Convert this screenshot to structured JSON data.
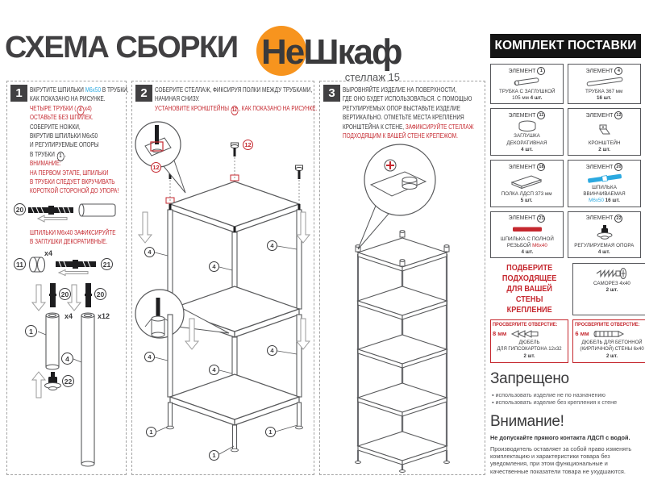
{
  "colors": {
    "red": "#C5282F",
    "blue": "#2BA9E0",
    "orange": "#F7941E",
    "dark": "#414042"
  },
  "header": {
    "title": "СХЕМА СБОРКИ",
    "brand": "НеШкаф",
    "brand_subtitle": "стеллаж 15"
  },
  "labels": {
    "n1": "1",
    "n4": "4",
    "n11": "11",
    "n12": "12",
    "n20": "20",
    "n21": "21",
    "n22": "22",
    "x4": "x4",
    "x12": "x12"
  },
  "steps": [
    {
      "number": "1",
      "lines": [
        [
          {
            "t": "ВКРУТИТЕ ШПИЛЬКИ "
          },
          {
            "t": "М6х50",
            "c": "blue"
          },
          {
            "t": " В ТРУБКИ,"
          }
        ],
        [
          {
            "t": "КАК ПОКАЗАНО НА РИСУНКЕ."
          }
        ],
        [
          {
            "t": "ЧЕТЫРЕ ТРУБКИ (",
            "c": "red"
          },
          {
            "t": "4",
            "c": "red",
            "circ": true
          },
          {
            "t": "х4)",
            "c": "red"
          }
        ],
        [
          {
            "t": "ОСТАВЬТЕ БЕЗ ШПИЛЕК.",
            "c": "red"
          }
        ],
        [
          {
            "t": "СОБЕРИТЕ НОЖКИ,"
          }
        ],
        [
          {
            "t": "ВКРУТИВ ШПИЛЬКИ М6х50"
          }
        ],
        [
          {
            "t": "И РЕГУЛИРУЕМЫЕ ОПОРЫ"
          }
        ],
        [
          {
            "t": "В ТРУБКИ "
          },
          {
            "t": "1",
            "circ": true
          },
          {
            "t": "."
          }
        ],
        [
          {
            "t": "ВНИМАНИЕ:",
            "c": "red"
          }
        ],
        [
          {
            "t": "НА ПЕРВОМ ЭТАПЕ, ШПИЛЬКИ",
            "c": "red"
          }
        ],
        [
          {
            "t": "В ТРУБКИ СЛЕДУЕТ ВКРУЧИВАТЬ",
            "c": "red"
          }
        ],
        [
          {
            "t": "КОРОТКОЙ СТОРОНОЙ ДО УПОРА!",
            "c": "red"
          }
        ]
      ],
      "extra_lines": [
        [
          {
            "t": "ШПИЛЬКИ М6х40 ЗАФИКСИРУЙТЕ",
            "c": "red"
          }
        ],
        [
          {
            "t": "В ЗАГЛУШКИ ДЕКОРАТИВНЫЕ.",
            "c": "red"
          }
        ]
      ]
    },
    {
      "number": "2",
      "lines": [
        [
          {
            "t": "СОБЕРИТЕ СТЕЛЛАЖ, ФИКСИРУЯ ПОЛКИ МЕЖДУ ТРУБКАМИ,"
          }
        ],
        [
          {
            "t": "НАЧИНАЯ СНИЗУ."
          }
        ],
        [
          {
            "t": "УСТАНОВИТЕ КРОНШТЕЙНЫ ",
            "c": "red"
          },
          {
            "t": "12",
            "c": "red",
            "circ": true
          },
          {
            "t": ", КАК ПОКАЗАНО НА РИСУНКЕ.",
            "c": "red"
          }
        ]
      ]
    },
    {
      "number": "3",
      "lines": [
        [
          {
            "t": "ВЫРОВНЯЙТЕ ИЗДЕЛИЕ НА ПОВЕРХНОСТИ,"
          }
        ],
        [
          {
            "t": "ГДЕ ОНО БУДЕТ ИСПОЛЬЗОВАТЬСЯ. С ПОМОЩЬЮ"
          }
        ],
        [
          {
            "t": "РЕГУЛИРУЕМЫХ ОПОР ВЫСТАВЬТЕ ИЗДЕЛИЕ"
          }
        ],
        [
          {
            "t": "ВЕРТИКАЛЬНО. ОТМЕТЬТЕ МЕСТА КРЕПЛЕНИЯ"
          }
        ],
        [
          {
            "t": "КРОНШТЕЙНА К СТЕНЕ, "
          },
          {
            "t": "ЗАФИКСИРУЙТЕ СТЕЛЛАЖ",
            "c": "red"
          }
        ],
        [
          {
            "t": "ПОДХОДЯЩИМ К ВАШЕЙ СТЕНЕ КРЕПЕЖОМ.",
            "c": "red"
          }
        ]
      ]
    }
  ],
  "kit": {
    "title": "КОМПЛЕКТ ПОСТАВКИ",
    "element_label": "ЭЛЕМЕНТ",
    "elements": [
      {
        "number": "1",
        "icon": "tube-capped-icon",
        "lines": [
          [
            {
              "t": "ТРУБКА С ЗАГЛУШКОЙ"
            }
          ],
          [
            {
              "t": "105 мм "
            },
            {
              "t": "4 шт.",
              "c": "b"
            }
          ]
        ]
      },
      {
        "number": "4",
        "icon": "tube-icon",
        "lines": [
          [
            {
              "t": "ТРУБКА 367 мм"
            }
          ],
          [
            {
              "t": "16 шт.",
              "c": "b"
            }
          ]
        ]
      },
      {
        "number": "11",
        "icon": "cap-icon",
        "lines": [
          [
            {
              "t": "ЗАГЛУШКА ДЕКОРАТИВНАЯ"
            }
          ],
          [
            {
              "t": "4 шт.",
              "c": "b"
            }
          ]
        ]
      },
      {
        "number": "12",
        "icon": "bracket-icon",
        "lines": [
          [
            {
              "t": "КРОНШТЕЙН"
            }
          ],
          [
            {
              "t": "2 шт.",
              "c": "b"
            }
          ]
        ]
      },
      {
        "number": "18",
        "icon": "shelf-icon",
        "lines": [
          [
            {
              "t": "ПОЛКА ЛДСП 373 мм"
            }
          ],
          [
            {
              "t": "5 шт.",
              "c": "b"
            }
          ]
        ]
      },
      {
        "number": "20",
        "icon": "stud-blue-icon",
        "lines": [
          [
            {
              "t": "ШПИЛЬКА ВВИНЧИВАЕМАЯ"
            }
          ],
          [
            {
              "t": "М6х50",
              "c": "blue"
            },
            {
              "t": " 16 шт.",
              "c": "b"
            }
          ]
        ]
      },
      {
        "number": "21",
        "icon": "stud-red-icon",
        "lines": [
          [
            {
              "t": "ШПИЛЬКА С ПОЛНОЙ"
            }
          ],
          [
            {
              "t": "РЕЗЬБОЙ "
            },
            {
              "t": "М6х40",
              "c": "red"
            }
          ],
          [
            {
              "t": "4 шт.",
              "c": "b"
            }
          ]
        ]
      },
      {
        "number": "22",
        "icon": "foot-icon",
        "lines": [
          [
            {
              "t": "РЕГУЛИРУЕМАЯ ОПОРА"
            }
          ],
          [
            {
              "t": "4 шт.",
              "c": "b"
            }
          ]
        ]
      }
    ]
  },
  "wall_mount": {
    "note_lines": [
      [
        {
          "t": "ПОДБЕРИТЕ",
          "c": "red"
        }
      ],
      [
        {
          "t": "ПОДХОДЯЩЕЕ",
          "c": "red"
        }
      ],
      [
        {
          "t": "ДЛЯ ВАШЕЙ",
          "c": "red"
        }
      ],
      [
        {
          "t": "СТЕНЫ КРЕПЛЕНИЕ",
          "c": "red"
        }
      ]
    ],
    "screw_box": {
      "icon": "screw-icon",
      "lines": [
        [
          {
            "t": "САМОРЕЗ 4х40"
          }
        ],
        [
          {
            "t": "2 шт.",
            "c": "b"
          }
        ]
      ]
    },
    "drill_boxes": [
      {
        "title": "ПРОСВЕРЛИТЕ ОТВЕРСТИЕ:",
        "size": "8 мм",
        "icon": "dowel-drywall-icon",
        "lines": [
          [
            {
              "t": "ДЮБЕЛЬ"
            }
          ],
          [
            {
              "t": "ДЛЯ ГИПСОКАРТОНА 12х32"
            }
          ],
          [
            {
              "t": "2 шт.",
              "c": "b"
            }
          ]
        ]
      },
      {
        "title": "ПРОСВЕРЛИТЕ ОТВЕРСТИЕ:",
        "size": "6 мм",
        "icon": "dowel-concrete-icon",
        "lines": [
          [
            {
              "t": "ДЮБЕЛЬ ДЛЯ БЕТОННОЙ"
            }
          ],
          [
            {
              "t": "(КИРПИЧНОЙ) СТЕНЫ 6х40"
            }
          ],
          [
            {
              "t": "2 шт.",
              "c": "b"
            }
          ]
        ]
      }
    ]
  },
  "forbidden": {
    "title": "Запрещено",
    "items": [
      "использовать изделие не по назначению",
      "использовать изделие без крепления к стене"
    ]
  },
  "attention": {
    "title": "Внимание!",
    "bold_line": "Не допускайте прямого контакта ЛДСП с водой.",
    "text": "Производитель оставляет за собой право изменять комплектацию и характеристики товара без уведомления, при этом функциональные и качественные показатели товара не ухудшаются."
  }
}
